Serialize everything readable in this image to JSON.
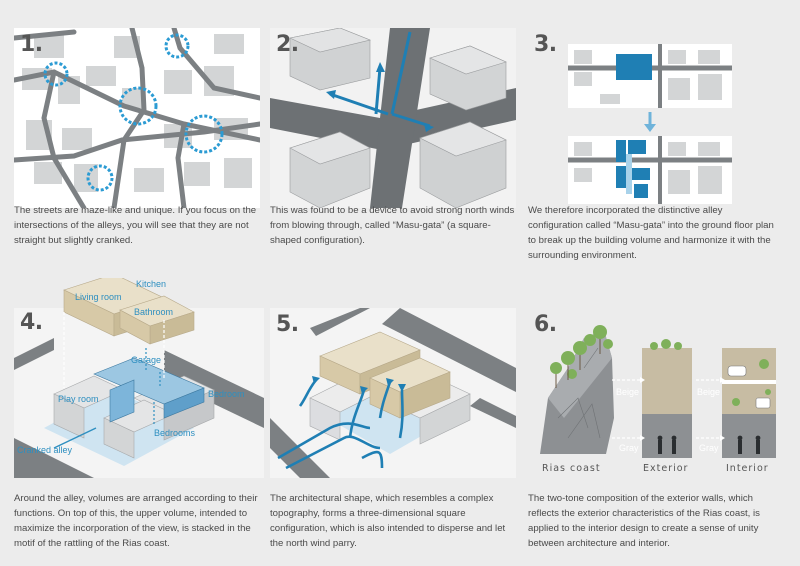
{
  "panels": [
    {
      "number": "1.",
      "caption": "The streets are maze-like and unique. If you focus on the intersections of the alleys, you will see that they are not straight but slightly cranked."
    },
    {
      "number": "2.",
      "caption": "This was found to be a device to avoid strong north winds from blowing through, called “Masu-gata” (a square-shaped configuration)."
    },
    {
      "number": "3.",
      "caption": "We therefore incorporated the distinctive alley configuration called “Masu-gata” into the ground floor plan to break up the building volume and harmonize it with the surrounding environment."
    },
    {
      "number": "4.",
      "caption": "Around the alley, volumes are arranged according to their functions. On top of this, the upper volume, intended to maximize the incorporation of the view, is stacked in the motif of the rattling of the Rias coast."
    },
    {
      "number": "5.",
      "caption": "The architectural shape, which resembles a complex topography, forms a three-dimensional square configuration, which is also intended to disperse and let the north wind parry."
    },
    {
      "number": "6.",
      "caption": "The two-tone composition of the exterior walls, which reflects the exterior characteristics of the Rias coast, is applied to the interior design to create a sense of unity between architecture and interior."
    }
  ],
  "panel4_labels": {
    "living_room": "Living room",
    "kitchen": "Kitchen",
    "bathroom": "Bathroom",
    "garage": "Garage",
    "play_room": "Play room",
    "bedroom": "Bedroom",
    "bedrooms": "Bedrooms",
    "cranked_alley": "Cranked alley"
  },
  "panel6_labels": {
    "beige_1": "Beige",
    "beige_2": "Beige",
    "gray_1": "Gray",
    "gray_2": "Gray",
    "rias_coast": "Rias coast",
    "exterior": "Exterior",
    "interior": "Interior"
  },
  "colors": {
    "accent_blue": "#1f7fb4",
    "beige": "#d9cdb0",
    "building_gray": "#c9cbcc",
    "road_gray": "#7c8083",
    "background": "#ececec"
  }
}
